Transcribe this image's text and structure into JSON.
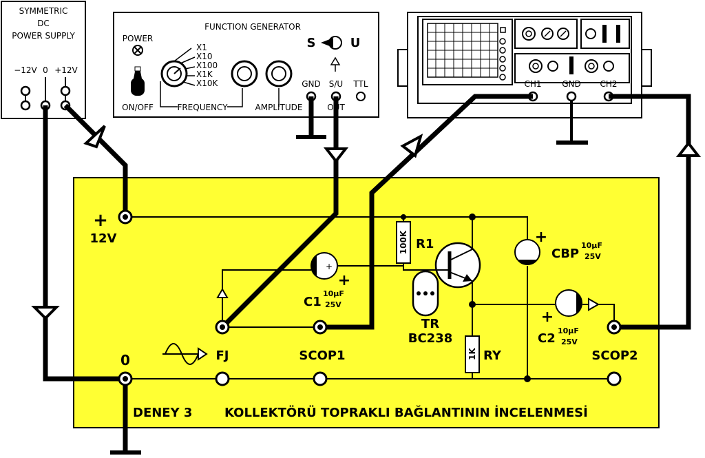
{
  "power_supply": {
    "title_line1": "SYMMETRIC",
    "title_line2": "DC",
    "title_line3": "POWER SUPPLY",
    "terminal_neg": "−12V",
    "terminal_zero": "0",
    "terminal_pos": "+12V"
  },
  "function_generator": {
    "title": "FUNCTION GENERATOR",
    "power_label": "POWER",
    "switch_label": "ON/OFF",
    "ranges": [
      "X1",
      "X10",
      "X100",
      "X1K",
      "X10K"
    ],
    "frequency_label": "FREQUENCY",
    "amplitude_label": "AMPLITUDE",
    "s_label": "S",
    "u_label": "U",
    "gnd_label": "GND",
    "su_label": "S/U",
    "ttl_label": "TTL",
    "out_label": "OUT"
  },
  "oscilloscope": {
    "ch1": "CH1",
    "gnd": "GND",
    "ch2": "CH2"
  },
  "board": {
    "plus": "+",
    "v12": "12V",
    "zero": "0",
    "fj": "FJ",
    "scop1": "SCOP1",
    "scop2": "SCOP2",
    "r1_value": "100K",
    "r1_name": "R1",
    "ry_value": "1K",
    "ry_name": "RY",
    "transistor_name": "TR",
    "transistor_part": "BC238",
    "c1_name": "C1",
    "c1_cap": "10μF",
    "c1_volt": "25V",
    "c2_name": "C2",
    "c2_cap": "10μF",
    "c2_volt": "25V",
    "cbp_name": "CBP",
    "cbp_cap": "10μF",
    "cbp_volt": "25V",
    "cap_plus": "+",
    "title_left": "DENEY 3",
    "title_right": "KOLLEKTÖRÜ TOPRAKLI BAĞLANTININ İNCELENMESİ"
  },
  "colors": {
    "board_fill": "#ffff33",
    "ink": "#000000"
  }
}
